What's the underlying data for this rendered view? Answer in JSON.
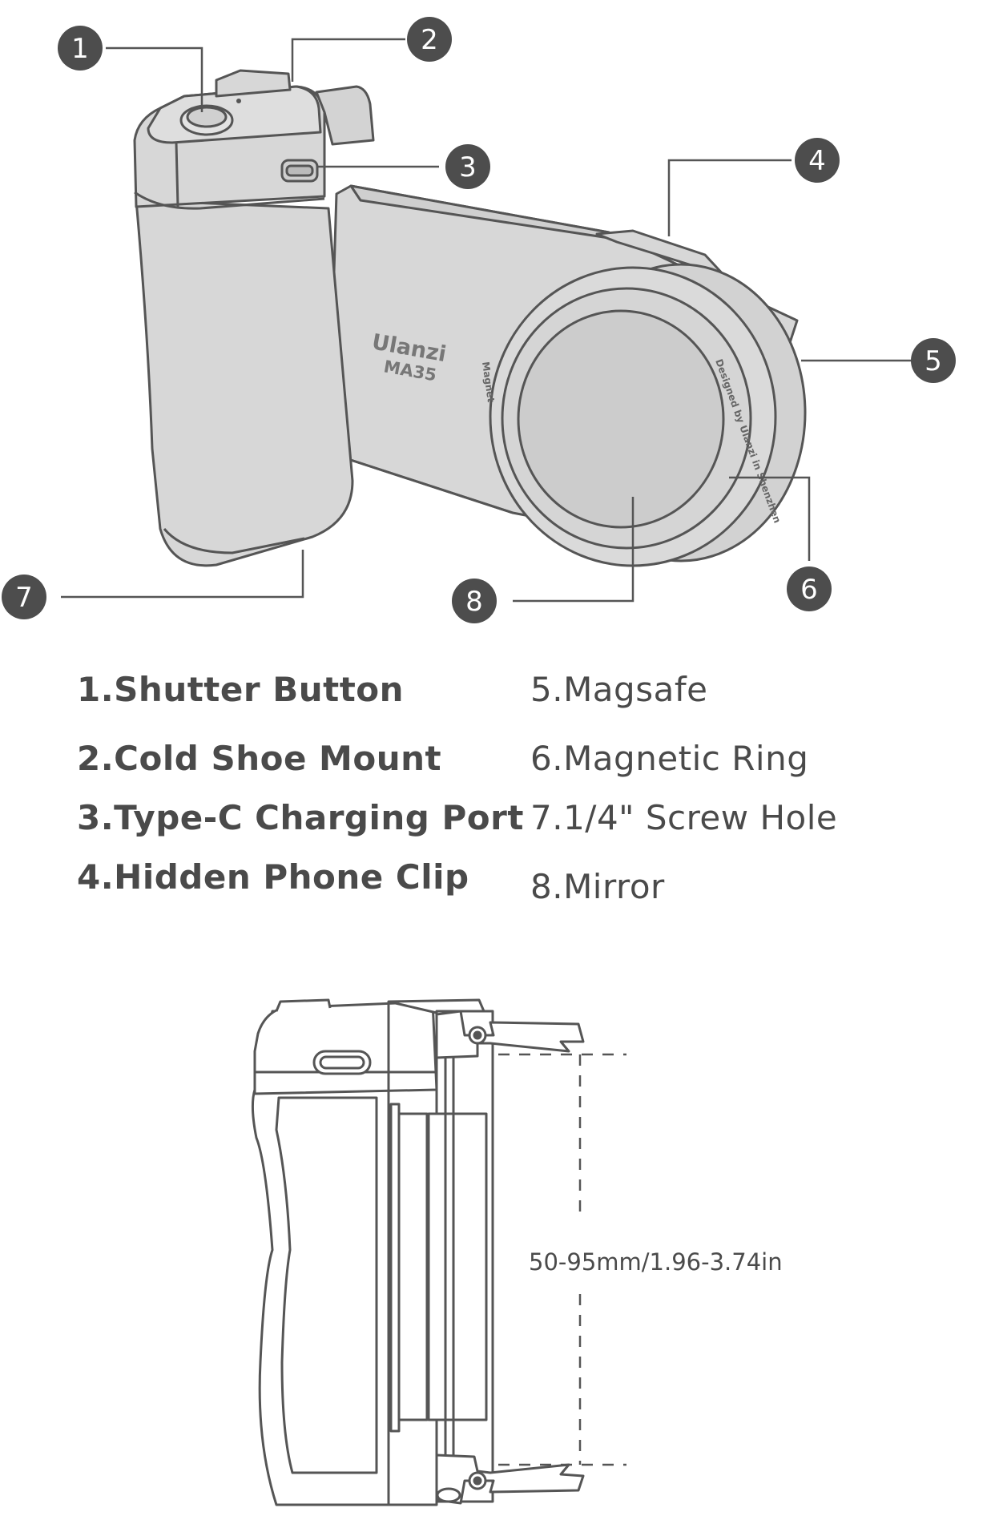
{
  "brand": {
    "logo_text": "Ulanzi",
    "model": "MA35"
  },
  "ring_texts": {
    "left": "Magnet",
    "right": "Designed by Ulanzi in Shenzhen"
  },
  "callouts": [
    "1",
    "2",
    "3",
    "4",
    "5",
    "6",
    "7",
    "8"
  ],
  "parts": [
    {
      "label": "1.Shutter Button"
    },
    {
      "label": "2.Cold Shoe Mount"
    },
    {
      "label": "3.Type-C Charging Port"
    },
    {
      "label": "4.Hidden Phone Clip"
    },
    {
      "label": "5.Magsafe"
    },
    {
      "label": "6.Magnetic Ring"
    },
    {
      "label": "7.1/4\" Screw Hole"
    },
    {
      "label": "8.Mirror"
    }
  ],
  "dimension": {
    "label": "50-95mm/1.96-3.74in"
  },
  "colors": {
    "body_fill": "#d7d7d7",
    "outline": "#555555",
    "callout_fill": "#4d4d4d"
  }
}
